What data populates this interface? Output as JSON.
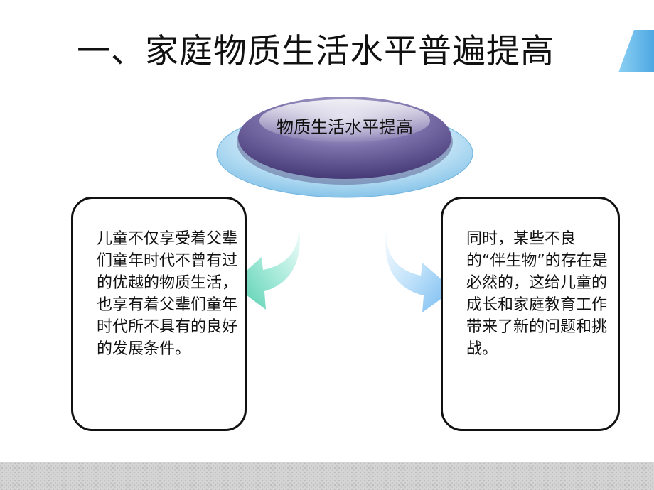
{
  "slide": {
    "title": "一、家庭物质生活水平普遍提高",
    "center_oval": {
      "label": "物质生活水平提高"
    },
    "left_box": {
      "text": "儿童不仅享受着父辈们童年时代不曾有过的优越的物质生活，也享有着父辈们童年时代所不具有的良好的发展条件。"
    },
    "right_box": {
      "text": "同时，某些不良的“伴生物”的存在是必然的，这给儿童的成长和家庭教育工作带来了新的问题和挑战。"
    }
  },
  "colors": {
    "oval_core": "#5a4c8c",
    "oval_ring": "#8fc8ec",
    "arrow_left": "#5fd4b4",
    "arrow_right": "#8fc8f4",
    "corner_accent": "#5fb2e6",
    "footer_band": "#d4d4d4"
  }
}
